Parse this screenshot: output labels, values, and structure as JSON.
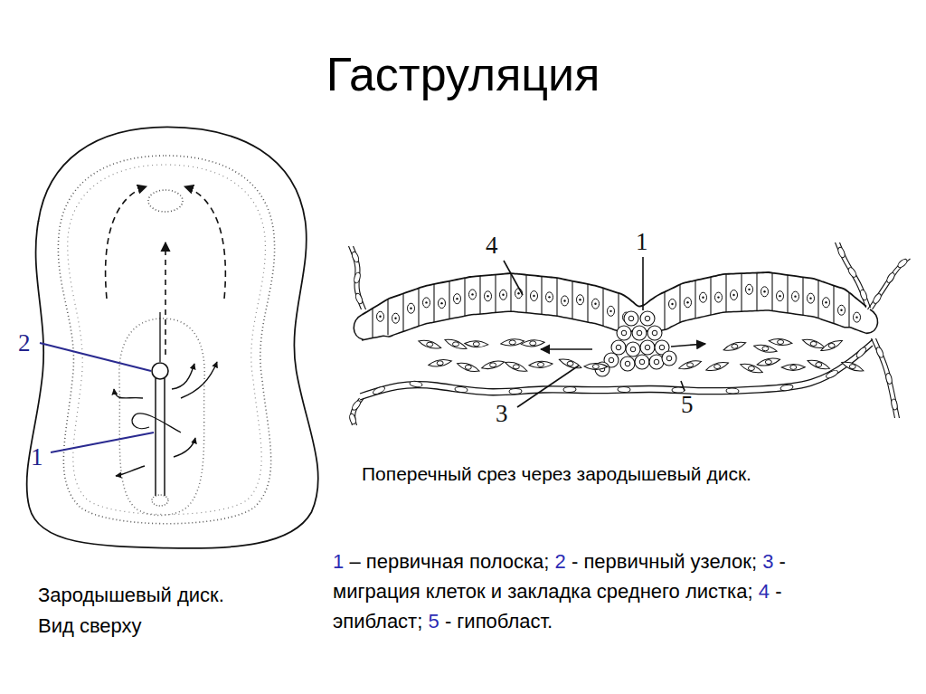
{
  "diagram": {
    "title": "Гаструляция",
    "labels": [
      "2",
      "1",
      "4",
      "1",
      "3",
      "5",
      "Зародышевый диск. Вид сверху",
      "Поперечный срез через зародышевый диск.",
      "1",
      "– первичная полоска;",
      "2",
      "- первичный узелок;",
      "3",
      "- миграция клеток и закладка среднего листка;",
      "4",
      "-эпибласт;",
      "5",
      "- гипобласт."
    ]
  }
}
